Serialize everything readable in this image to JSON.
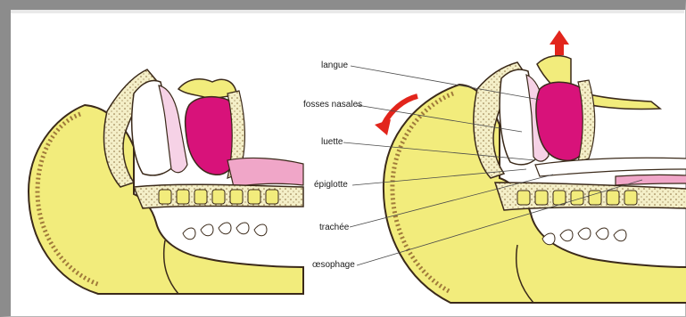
{
  "labels": {
    "langue": "langue",
    "fosses_nasales": "fosses nasales",
    "luette": "luette",
    "epiglotte": "épiglotte",
    "trachee": "trachée",
    "oesophage": "œsophage"
  },
  "colors": {
    "bone_yellow": "#f2ec7c",
    "tongue_magenta": "#d8127a",
    "soft_pink": "#f0a6c8",
    "outline": "#3b2a1a",
    "arrow_red": "#e2251c",
    "background": "#ffffff"
  },
  "icons": {
    "rotation_arrow": "curved-red-arrow-icon",
    "up_arrow": "red-up-arrow-icon"
  }
}
